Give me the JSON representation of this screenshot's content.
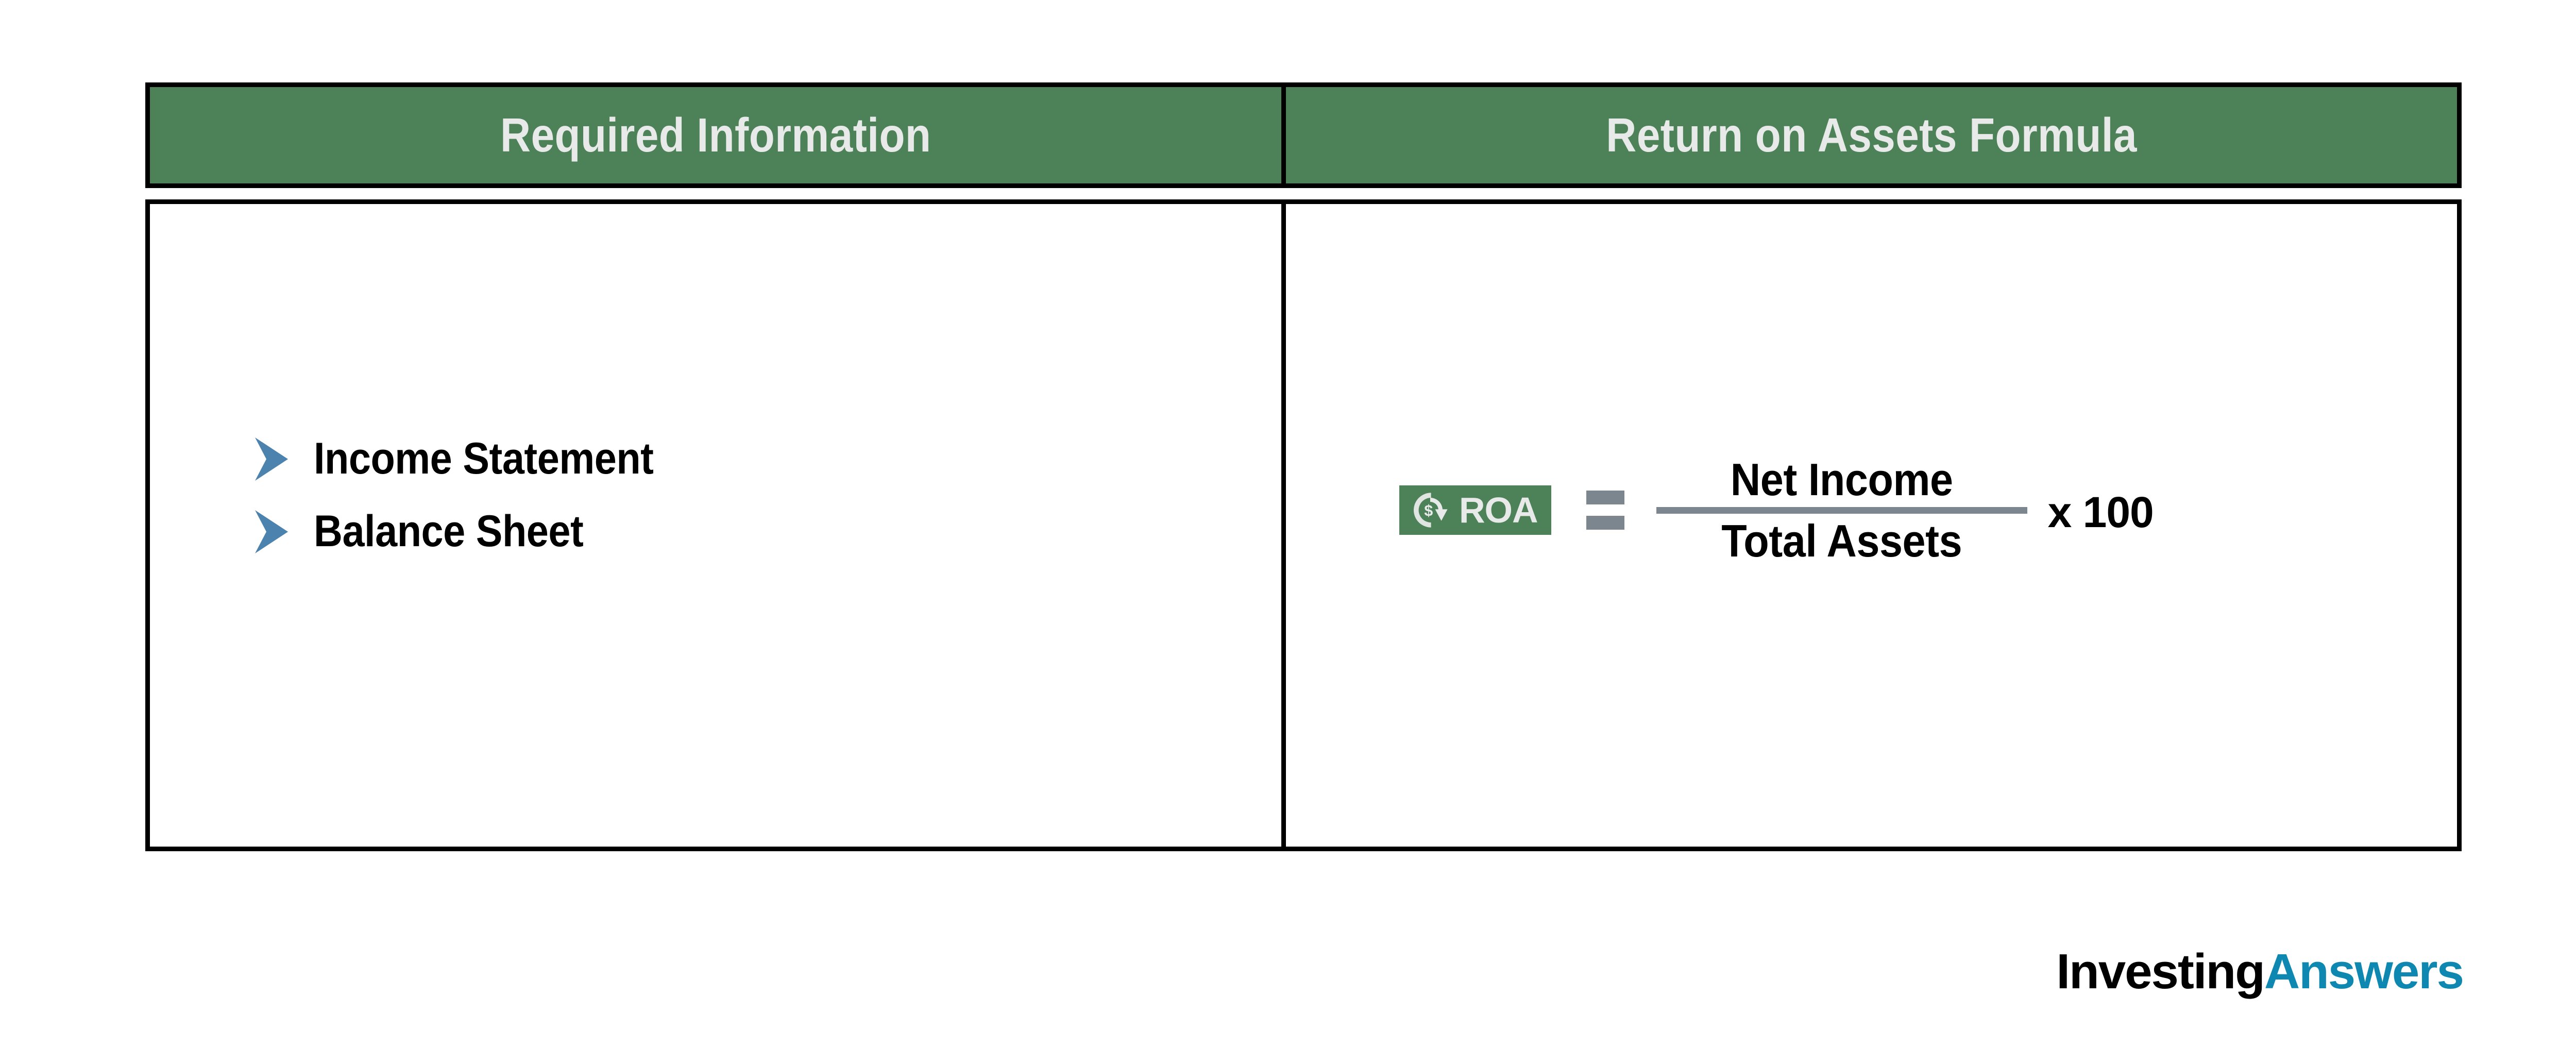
{
  "table": {
    "columns": [
      {
        "header": "Required Information"
      },
      {
        "header": "Return on Assets Formula"
      }
    ],
    "left_cell": {
      "bullets": [
        {
          "icon": "chevron-right-icon",
          "label": "Income Statement"
        },
        {
          "icon": "chevron-right-icon",
          "label": "Balance Sheet"
        }
      ]
    },
    "right_cell": {
      "badge": {
        "icon": "dollar-circular-arrow-icon",
        "label": "ROA"
      },
      "operator": "=",
      "fraction": {
        "numerator": "Net Income",
        "denominator": "Total Assets"
      },
      "multiplier": "x 100"
    }
  },
  "brand": {
    "part_one": "Investing",
    "part_two": "Answers"
  },
  "colors": {
    "header_green": "#4d8258",
    "badge_green": "#4d8258",
    "bullet_blue": "#4b83ae",
    "operator_grey": "#7b868f",
    "brand_teal": "#0e88b0",
    "border_black": "#000000",
    "header_text": "#e8eae9"
  }
}
